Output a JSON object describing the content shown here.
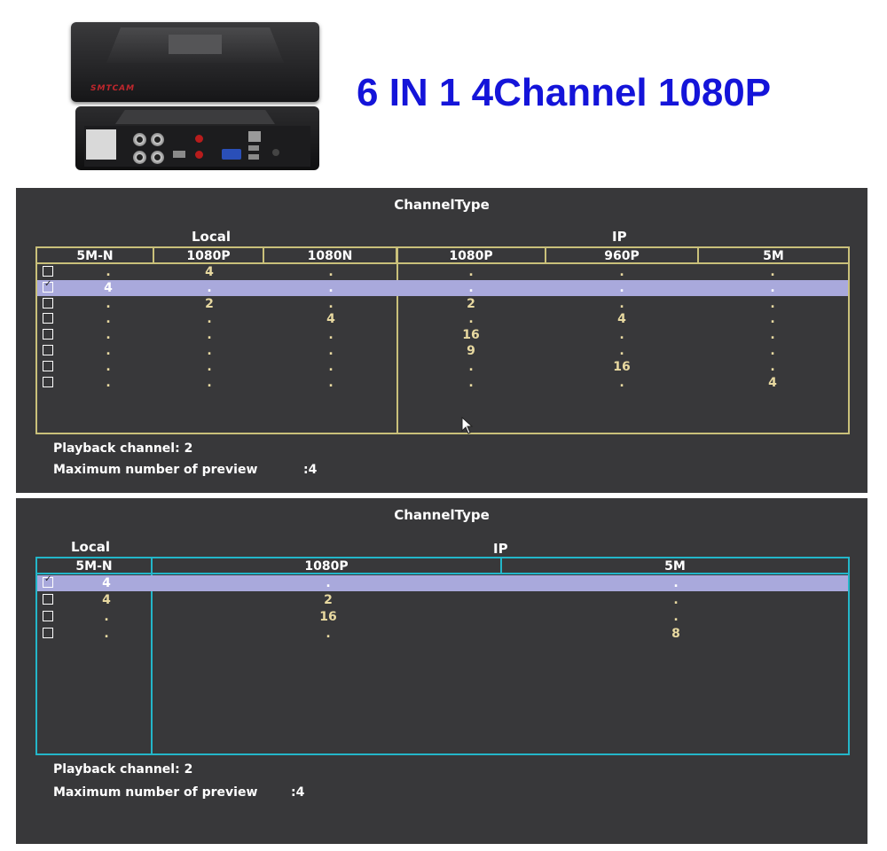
{
  "product": {
    "headline": "6 IN 1 4Channel 1080P",
    "brand_logo": "SMTCAM"
  },
  "screen1": {
    "title": "ChannelType",
    "group_local": "Local",
    "group_ip": "IP",
    "columns": [
      "5M-N",
      "1080P",
      "1080N",
      "1080P",
      "960P",
      "5M"
    ],
    "rows": [
      {
        "checked": false,
        "selected": false,
        "cells": [
          ".",
          "4",
          ".",
          ".",
          ".",
          "."
        ]
      },
      {
        "checked": true,
        "selected": true,
        "cells": [
          "4",
          ".",
          ".",
          ".",
          ".",
          "."
        ]
      },
      {
        "checked": false,
        "selected": false,
        "cells": [
          ".",
          "2",
          ".",
          "2",
          ".",
          "."
        ]
      },
      {
        "checked": false,
        "selected": false,
        "cells": [
          ".",
          ".",
          "4",
          ".",
          "4",
          "."
        ]
      },
      {
        "checked": false,
        "selected": false,
        "cells": [
          ".",
          ".",
          ".",
          "16",
          ".",
          "."
        ]
      },
      {
        "checked": false,
        "selected": false,
        "cells": [
          ".",
          ".",
          ".",
          "9",
          ".",
          "."
        ]
      },
      {
        "checked": false,
        "selected": false,
        "cells": [
          ".",
          ".",
          ".",
          ".",
          "16",
          "."
        ]
      },
      {
        "checked": false,
        "selected": false,
        "cells": [
          ".",
          ".",
          ".",
          ".",
          ".",
          "4"
        ]
      }
    ],
    "playback_label": "Playback channel: 2",
    "preview_label": "Maximum number of preview",
    "preview_value": ":4"
  },
  "screen2": {
    "title": "ChannelType",
    "group_local": "Local",
    "group_ip": "IP",
    "columns": [
      "5M-N",
      "1080P",
      "5M"
    ],
    "rows": [
      {
        "checked": true,
        "selected": true,
        "cells": [
          "4",
          ".",
          "."
        ]
      },
      {
        "checked": false,
        "selected": false,
        "cells": [
          "4",
          "2",
          "."
        ]
      },
      {
        "checked": false,
        "selected": false,
        "cells": [
          ".",
          "16",
          "."
        ]
      },
      {
        "checked": false,
        "selected": false,
        "cells": [
          ".",
          ".",
          "8"
        ]
      }
    ],
    "playback_label": "Playback channel: 2",
    "preview_label": "Maximum number of preview",
    "preview_value": ":4"
  }
}
